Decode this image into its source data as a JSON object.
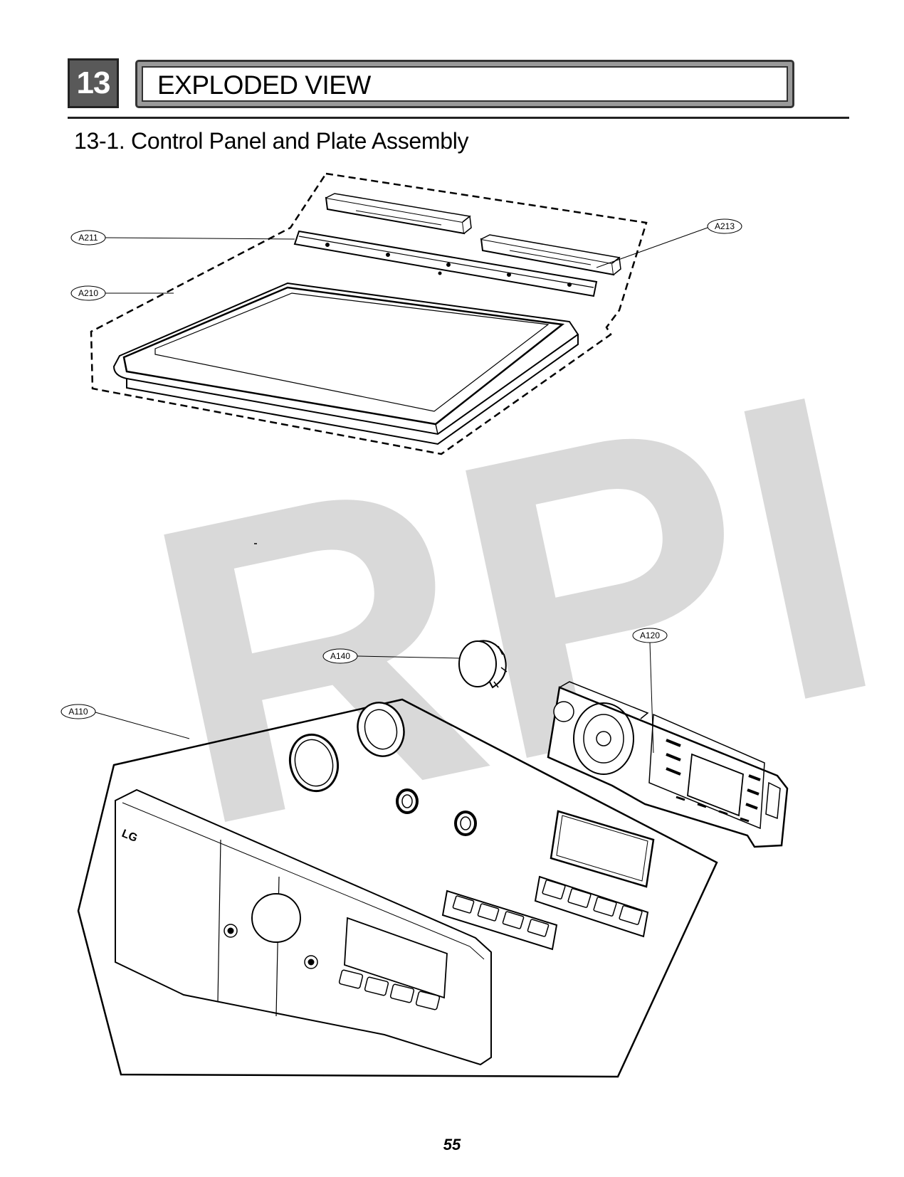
{
  "header": {
    "section_number": "13",
    "title": "EXPLODED VIEW",
    "subtitle": "13-1. Control Panel and Plate Assembly"
  },
  "watermark": "RPI",
  "callouts": {
    "a211": "A211",
    "a213": "A213",
    "a210": "A210",
    "a140": "A140",
    "a120": "A120",
    "a110": "A110"
  },
  "panel_logo": "LG",
  "page_number": "55"
}
